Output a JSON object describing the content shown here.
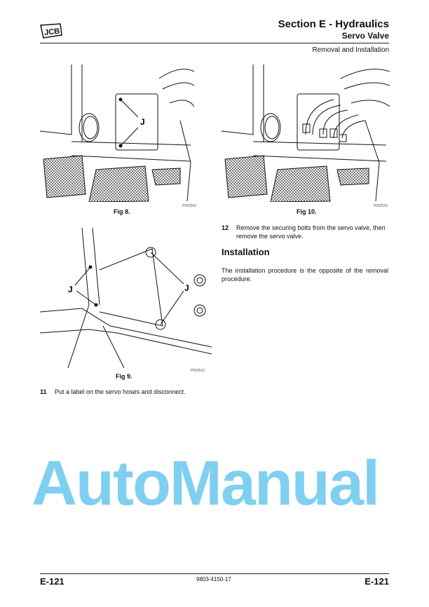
{
  "header": {
    "logo": "JCB",
    "section": "Section E - Hydraulics",
    "subsection": "Servo Valve",
    "topic": "Removal and Installation"
  },
  "figures": [
    {
      "caption": "Fig 8.",
      "code": "P002500",
      "label": "J"
    },
    {
      "caption": "Fig 10.",
      "code": "P002520"
    },
    {
      "caption": "Fig 9.",
      "code": "P002510",
      "label_left": "J",
      "label_right": "J"
    }
  ],
  "steps": [
    {
      "num": "11",
      "text": "Put a label on the servo hoses and disconnect."
    },
    {
      "num": "12",
      "text_line1": "Remove the securing bolts from the servo valve, then",
      "text_line2": "remove the servo valve."
    }
  ],
  "installation": {
    "heading": "Installation",
    "text": "The installation procedure is the opposite of the removal procedure."
  },
  "watermark": "AutoManual",
  "footer": {
    "page_left": "E-121",
    "doc_number": "9803-4150-17",
    "page_right": "E-121"
  },
  "colors": {
    "watermark": "#00a0e1",
    "text": "#111111"
  }
}
